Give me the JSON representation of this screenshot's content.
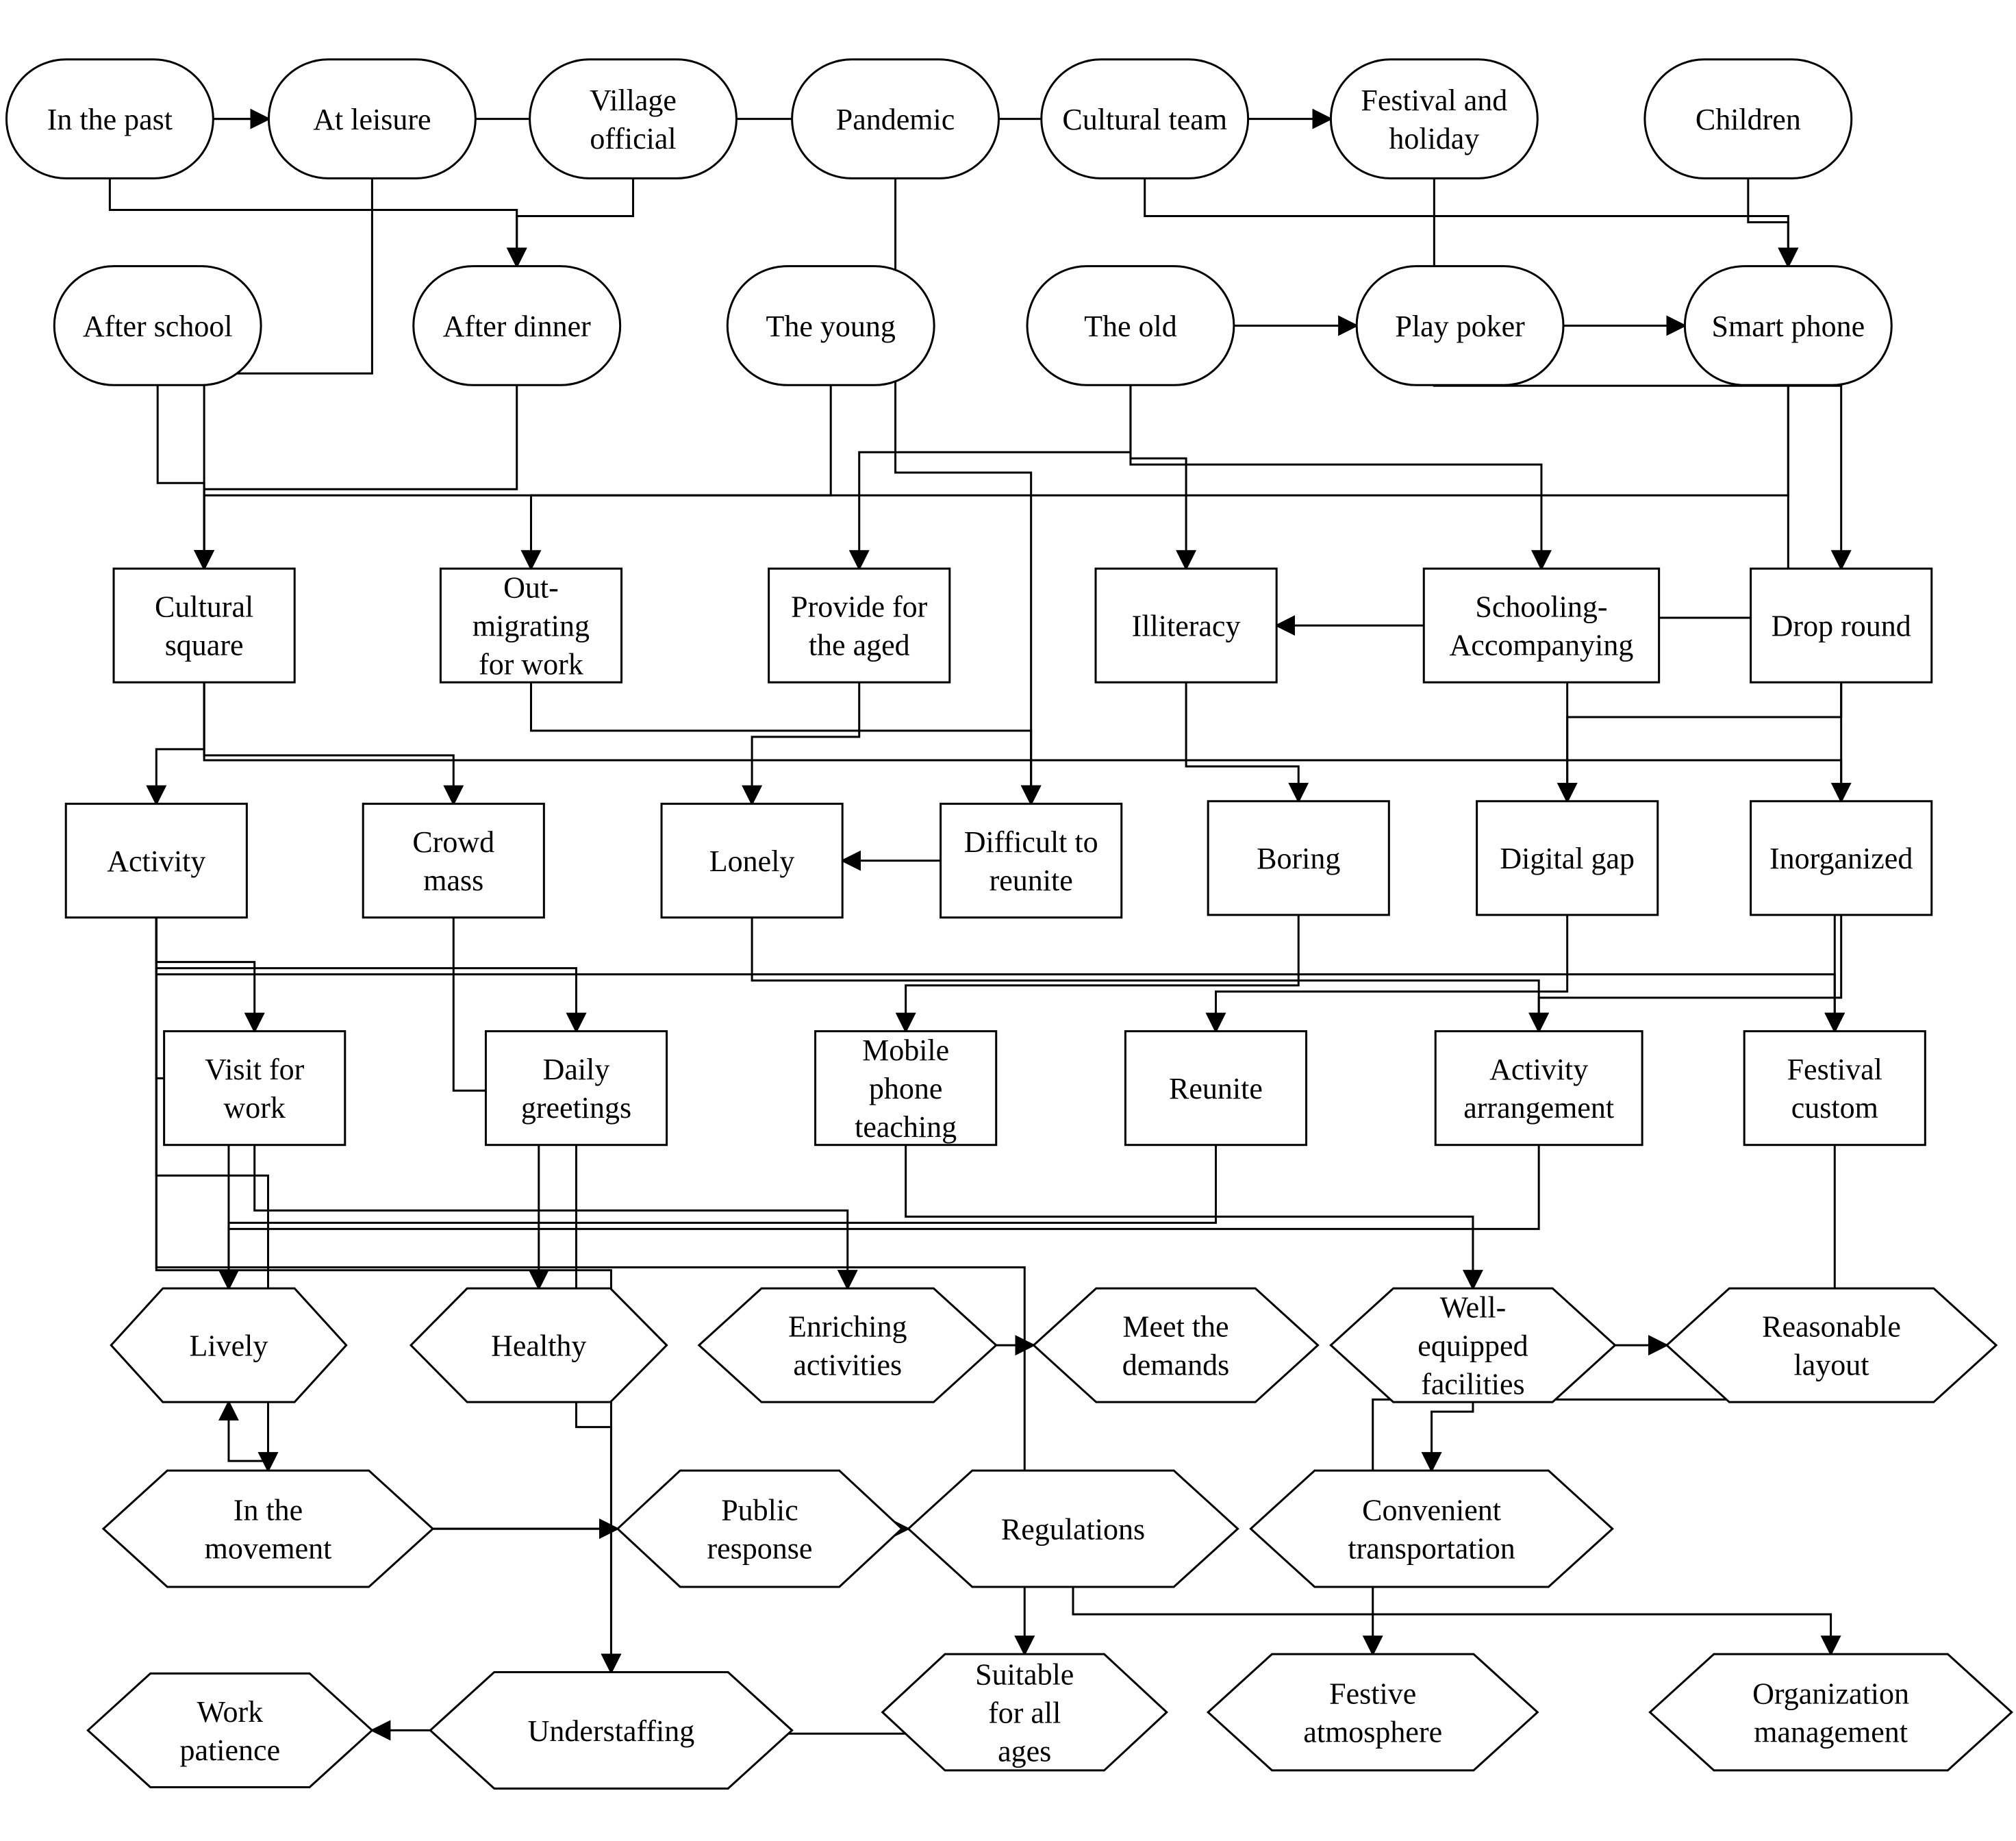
{
  "diagram": {
    "nodes": [
      {
        "id": "in_past",
        "label": "In the past",
        "shape": "rounded"
      },
      {
        "id": "at_leisure",
        "label": "At leisure",
        "shape": "rounded"
      },
      {
        "id": "village_official",
        "label": "Village\nofficial",
        "shape": "rounded"
      },
      {
        "id": "pandemic",
        "label": "Pandemic",
        "shape": "rounded"
      },
      {
        "id": "cultural_team",
        "label": "Cultural team",
        "shape": "rounded"
      },
      {
        "id": "festival_holiday",
        "label": "Festival and\nholiday",
        "shape": "rounded"
      },
      {
        "id": "children",
        "label": "Children",
        "shape": "rounded"
      },
      {
        "id": "after_school",
        "label": "After school",
        "shape": "rounded"
      },
      {
        "id": "after_dinner",
        "label": "After dinner",
        "shape": "rounded"
      },
      {
        "id": "the_young",
        "label": "The young",
        "shape": "rounded"
      },
      {
        "id": "the_old",
        "label": "The old",
        "shape": "rounded"
      },
      {
        "id": "play_poker",
        "label": "Play poker",
        "shape": "rounded"
      },
      {
        "id": "smart_phone",
        "label": "Smart phone",
        "shape": "rounded"
      },
      {
        "id": "cultural_square",
        "label": "Cultural\nsquare",
        "shape": "rect"
      },
      {
        "id": "out_migrating",
        "label": "Out-\nmigrating\nfor work",
        "shape": "rect"
      },
      {
        "id": "provide_aged",
        "label": "Provide for\nthe aged",
        "shape": "rect"
      },
      {
        "id": "illiteracy",
        "label": "Illiteracy",
        "shape": "rect"
      },
      {
        "id": "schooling",
        "label": "Schooling-\nAccompanying",
        "shape": "rect"
      },
      {
        "id": "drop_round",
        "label": "Drop round",
        "shape": "rect"
      },
      {
        "id": "activity",
        "label": "Activity",
        "shape": "rect"
      },
      {
        "id": "crowd_mass",
        "label": "Crowd\nmass",
        "shape": "rect"
      },
      {
        "id": "lonely",
        "label": "Lonely",
        "shape": "rect"
      },
      {
        "id": "difficult_reunite",
        "label": "Difficult to\nreunite",
        "shape": "rect"
      },
      {
        "id": "boring",
        "label": "Boring",
        "shape": "rect"
      },
      {
        "id": "digital_gap",
        "label": "Digital gap",
        "shape": "rect"
      },
      {
        "id": "inorganized",
        "label": "Inorganized",
        "shape": "rect"
      },
      {
        "id": "visit_work",
        "label": "Visit for\nwork",
        "shape": "rect"
      },
      {
        "id": "daily_greetings",
        "label": "Daily\ngreetings",
        "shape": "rect"
      },
      {
        "id": "mobile_teaching",
        "label": "Mobile\nphone\nteaching",
        "shape": "rect"
      },
      {
        "id": "reunite",
        "label": "Reunite",
        "shape": "rect"
      },
      {
        "id": "activity_arrangement",
        "label": "Activity\narrangement",
        "shape": "rect"
      },
      {
        "id": "festival_custom",
        "label": "Festival\ncustom",
        "shape": "rect"
      },
      {
        "id": "lively",
        "label": "Lively",
        "shape": "hex"
      },
      {
        "id": "healthy",
        "label": "Healthy",
        "shape": "hex"
      },
      {
        "id": "enriching",
        "label": "Enriching\nactivities",
        "shape": "hex"
      },
      {
        "id": "meet_demands",
        "label": "Meet the\ndemands",
        "shape": "hex"
      },
      {
        "id": "well_equipped",
        "label": "Well-\nequipped\nfacilities",
        "shape": "hex"
      },
      {
        "id": "reasonable_layout",
        "label": "Reasonable\nlayout",
        "shape": "hex"
      },
      {
        "id": "in_movement",
        "label": "In the\nmovement",
        "shape": "hex"
      },
      {
        "id": "public_response",
        "label": "Public\nresponse",
        "shape": "hex"
      },
      {
        "id": "regulations",
        "label": "Regulations",
        "shape": "hex"
      },
      {
        "id": "convenient_transport",
        "label": "Convenient\ntransportation",
        "shape": "hex"
      },
      {
        "id": "work_patience",
        "label": "Work\npatience",
        "shape": "hex"
      },
      {
        "id": "understaffing",
        "label": "Understaffing",
        "shape": "hex"
      },
      {
        "id": "suitable_ages",
        "label": "Suitable\nfor all\nages",
        "shape": "hex"
      },
      {
        "id": "festive_atmosphere",
        "label": "Festive\natmosphere",
        "shape": "hex"
      },
      {
        "id": "organization_management",
        "label": "Organization\nmanagement",
        "shape": "hex"
      }
    ],
    "edges": [
      {
        "from": "in_past",
        "to": "at_leisure"
      },
      {
        "from": "in_past",
        "to": "festival_holiday"
      },
      {
        "from": "in_past",
        "to": "after_dinner"
      },
      {
        "from": "village_official",
        "to": "after_dinner"
      },
      {
        "from": "at_leisure",
        "to": "cultural_square"
      },
      {
        "from": "after_school",
        "to": "cultural_square"
      },
      {
        "from": "after_dinner",
        "to": "cultural_square"
      },
      {
        "from": "the_young",
        "to": "out_migrating"
      },
      {
        "from": "the_old",
        "to": "play_poker"
      },
      {
        "from": "the_old",
        "to": "provide_aged"
      },
      {
        "from": "the_old",
        "to": "illiteracy"
      },
      {
        "from": "the_old",
        "to": "schooling"
      },
      {
        "from": "cultural_team",
        "to": "smart_phone"
      },
      {
        "from": "children",
        "to": "smart_phone"
      },
      {
        "from": "play_poker",
        "to": "smart_phone"
      },
      {
        "from": "festival_holiday",
        "to": "drop_round"
      },
      {
        "from": "smart_phone",
        "to": "cultural_square"
      },
      {
        "from": "smart_phone",
        "to": "digital_gap"
      },
      {
        "from": "schooling",
        "to": "illiteracy"
      },
      {
        "from": "pandemic",
        "to": "difficult_reunite"
      },
      {
        "from": "out_migrating",
        "to": "difficult_reunite"
      },
      {
        "from": "provide_aged",
        "to": "lonely"
      },
      {
        "from": "difficult_reunite",
        "to": "lonely"
      },
      {
        "from": "cultural_square",
        "to": "activity"
      },
      {
        "from": "cultural_square",
        "to": "crowd_mass"
      },
      {
        "from": "cultural_square",
        "to": "inorganized"
      },
      {
        "from": "illiteracy",
        "to": "boring"
      },
      {
        "from": "drop_round",
        "to": "digital_gap"
      },
      {
        "from": "drop_round",
        "to": "festival_custom"
      },
      {
        "from": "activity",
        "to": "visit_work"
      },
      {
        "from": "activity",
        "to": "daily_greetings"
      },
      {
        "from": "activity",
        "to": "festival_custom"
      },
      {
        "from": "lonely",
        "to": "activity_arrangement"
      },
      {
        "from": "boring",
        "to": "mobile_teaching"
      },
      {
        "from": "digital_gap",
        "to": "reunite"
      },
      {
        "from": "inorganized",
        "to": "activity_arrangement"
      },
      {
        "from": "activity",
        "to": "lively"
      },
      {
        "from": "activity",
        "to": "in_movement"
      },
      {
        "from": "crowd_mass",
        "to": "healthy"
      },
      {
        "from": "visit_work",
        "to": "enriching"
      },
      {
        "from": "mobile_teaching",
        "to": "well_equipped"
      },
      {
        "from": "reunite",
        "to": "lively"
      },
      {
        "from": "activity_arrangement",
        "to": "lively"
      },
      {
        "from": "enriching",
        "to": "meet_demands"
      },
      {
        "from": "well_equipped",
        "to": "reasonable_layout"
      },
      {
        "from": "well_equipped",
        "to": "convenient_transport"
      },
      {
        "from": "in_movement",
        "to": "public_response"
      },
      {
        "from": "in_movement",
        "to": "regulations"
      },
      {
        "from": "regulations",
        "to": "organization_management"
      },
      {
        "from": "festival_custom",
        "to": "festive_atmosphere"
      },
      {
        "from": "understaffing",
        "to": "work_patience"
      },
      {
        "from": "suitable_ages",
        "to": "understaffing"
      },
      {
        "from": "daily_greetings",
        "to": "understaffing"
      },
      {
        "from": "in_movement",
        "to": "lively"
      },
      {
        "from": "activity",
        "to": "understaffing"
      },
      {
        "from": "activity",
        "to": "suitable_ages"
      }
    ]
  }
}
